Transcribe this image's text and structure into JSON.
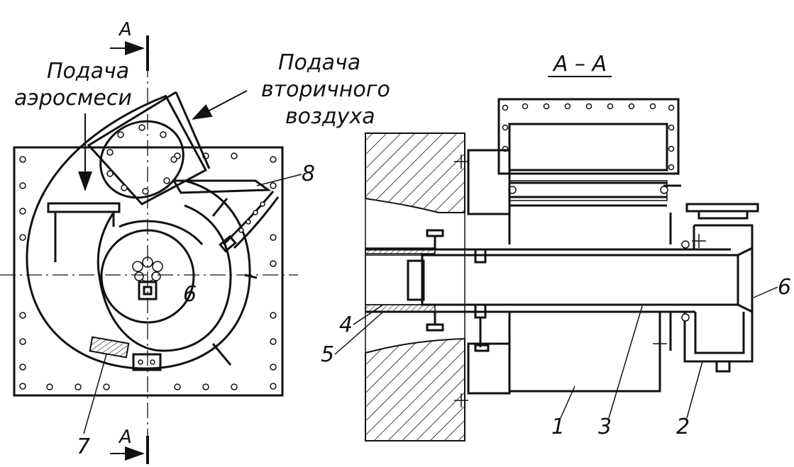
{
  "labels": {
    "supply_aeromix": [
      "Подача",
      "аэросмеси"
    ],
    "supply_secondary_air": [
      "Подача",
      "вторичного",
      "воздуха"
    ],
    "section_mark": "А",
    "section_title": "А – А",
    "n1": "1",
    "n2": "2",
    "n3": "3",
    "n4": "4",
    "n5": "5",
    "n6_left": "6",
    "n6_right": "6",
    "n7": "7",
    "n8": "8"
  },
  "colors": {
    "ink": "#111111",
    "paper": "#ffffff"
  }
}
